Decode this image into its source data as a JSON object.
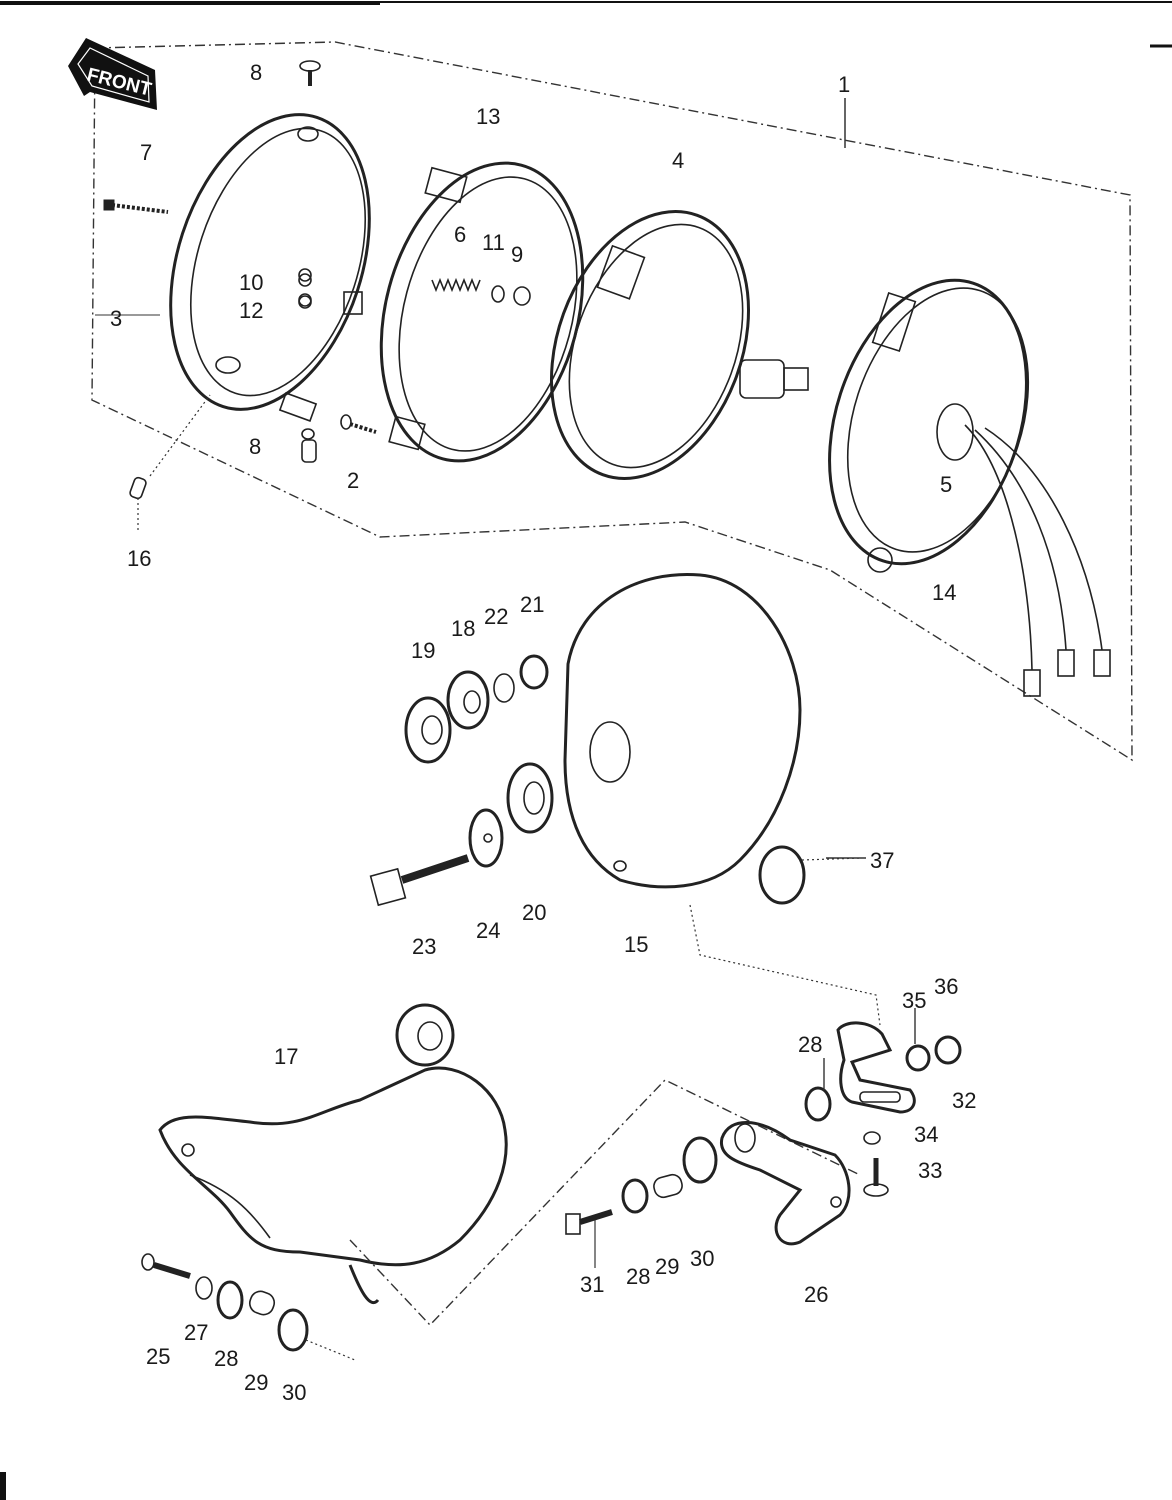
{
  "arrow_label": "FRONT",
  "labels": {
    "p1": "1",
    "p2": "2",
    "p3": "3",
    "p4": "4",
    "p5": "5",
    "p6": "6",
    "p7": "7",
    "p8a": "8",
    "p8b": "8",
    "p9": "9",
    "p10": "10",
    "p11": "11",
    "p12": "12",
    "p13": "13",
    "p14": "14",
    "p15": "15",
    "p16": "16",
    "p17": "17",
    "p18": "18",
    "p19": "19",
    "p20": "20",
    "p21": "21",
    "p22": "22",
    "p23": "23",
    "p24": "24",
    "p25": "25",
    "p26": "26",
    "p27": "27",
    "p28a": "28",
    "p28b": "28",
    "p28c": "28",
    "p29a": "29",
    "p29b": "29",
    "p30a": "30",
    "p30b": "30",
    "p31": "31",
    "p32": "32",
    "p33": "33",
    "p34": "34",
    "p35": "35",
    "p36": "36",
    "p37": "37"
  }
}
